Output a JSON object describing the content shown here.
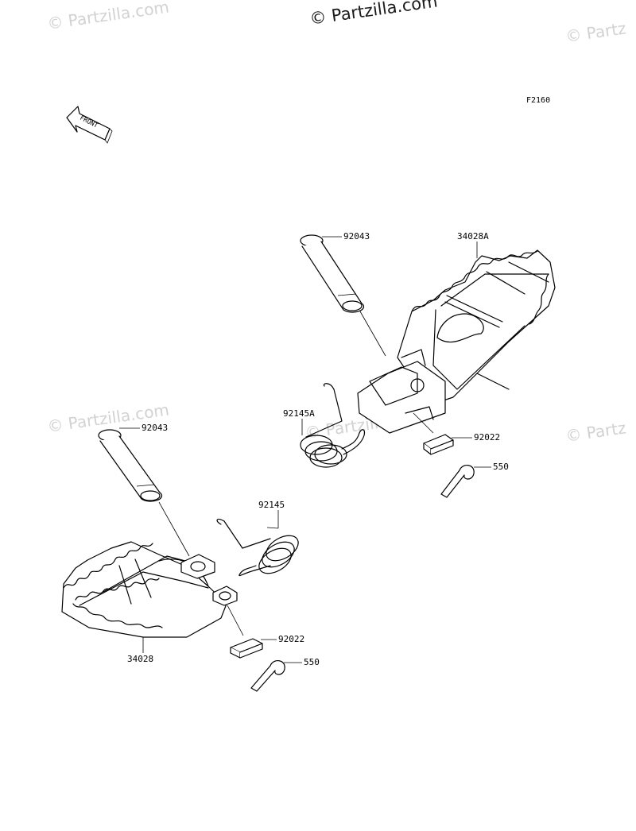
{
  "watermark": {
    "main": "© Partzilla.com",
    "faded": "© Partzilla.com",
    "faded_right": "© Partz"
  },
  "diagram_code": "F2160",
  "front_arrow": {
    "label": "FRONT"
  },
  "parts": {
    "upper_pin": "92043",
    "upper_footpeg": "34028A",
    "upper_spring": "92145A",
    "upper_washer": "92022",
    "upper_cotter": "550",
    "lower_pin": "92043",
    "lower_spring": "92145",
    "lower_footpeg": "34028",
    "lower_washer": "92022",
    "lower_cotter": "550"
  },
  "colors": {
    "line": "#000000",
    "watermark": "#d2d2d2",
    "background": "#ffffff"
  }
}
